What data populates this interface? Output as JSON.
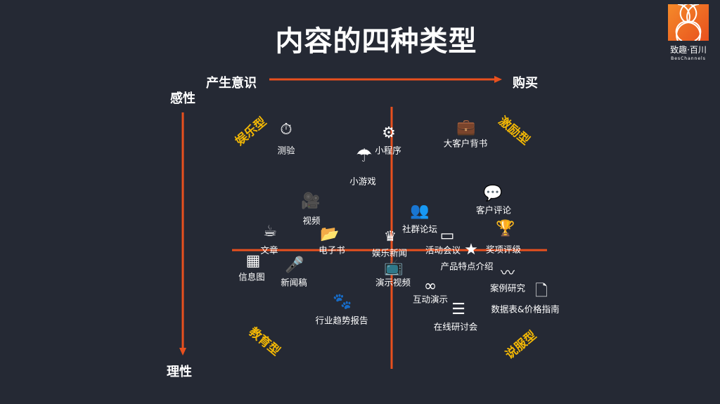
{
  "title": "内容的四种类型",
  "logo": {
    "cn": "致趣·百川",
    "en": "BesChannels"
  },
  "axes": {
    "top_left": "产生意识",
    "top_right": "购买",
    "left_top": "感性",
    "left_bottom": "理性"
  },
  "quadrants": {
    "top_left": "娱乐型",
    "top_right": "激励型",
    "bottom_left": "教育型",
    "bottom_right": "说服型"
  },
  "colors": {
    "axis": "#e8501e",
    "quadrant": "#f2b705",
    "background": "#252934"
  },
  "items": [
    {
      "label": "测验",
      "icon": "stopwatch-icon"
    },
    {
      "label": "小程序",
      "icon": "gear-icon"
    },
    {
      "label": "小游戏",
      "icon": "parachute-icon"
    },
    {
      "label": "大客户背书",
      "icon": "briefcase-icon"
    },
    {
      "label": "视频",
      "icon": "movie-camera-icon"
    },
    {
      "label": "社群论坛",
      "icon": "people-icon"
    },
    {
      "label": "客户评论",
      "icon": "chat-bubble-icon"
    },
    {
      "label": "文章",
      "icon": "coffee-cup-icon"
    },
    {
      "label": "电子书",
      "icon": "folder-icon"
    },
    {
      "label": "娱乐新闻",
      "icon": "theater-icon"
    },
    {
      "label": "活动会议",
      "icon": "presentation-screen-icon"
    },
    {
      "label": "奖项评级",
      "icon": "trophy-icon"
    },
    {
      "label": "产品特点介绍",
      "icon": "medal-star-icon"
    },
    {
      "label": "信息图",
      "icon": "calendar-grid-icon"
    },
    {
      "label": "新闻稿",
      "icon": "microphone-icon"
    },
    {
      "label": "演示视频",
      "icon": "tv-icon"
    },
    {
      "label": "案例研究",
      "icon": "pulse-icon"
    },
    {
      "label": "互动演示",
      "icon": "loop-icon"
    },
    {
      "label": "数据表&价格指南",
      "icon": "document-icon"
    },
    {
      "label": "行业趋势报告",
      "icon": "paw-icon"
    },
    {
      "label": "在线研讨会",
      "icon": "flowchart-icon"
    }
  ]
}
